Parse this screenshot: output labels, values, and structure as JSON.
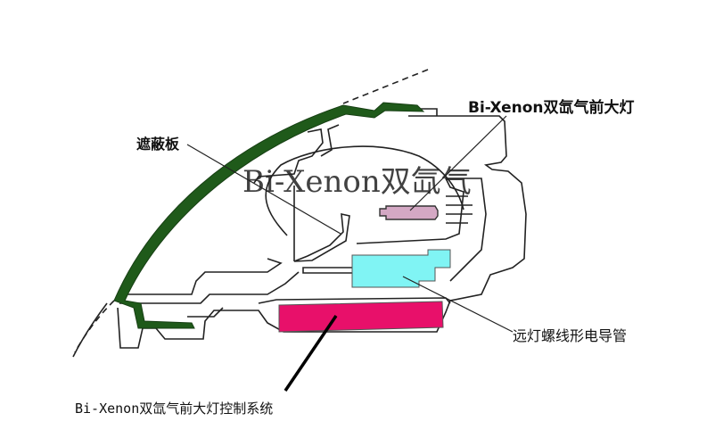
{
  "title": "Bi-Xenon双氙气前大灯",
  "labels": {
    "shield": "遮蔽板",
    "solenoid": "远灯螺线形电导管",
    "control_system": "Bi-Xenon双氙气前大灯控制系统"
  },
  "watermark": "Bi-Xenon双氙气",
  "colors": {
    "lens": "#1f5a1a",
    "bulb": "#d4a8c4",
    "solenoid": "#80f4f4",
    "control_unit": "#e8106a"
  }
}
